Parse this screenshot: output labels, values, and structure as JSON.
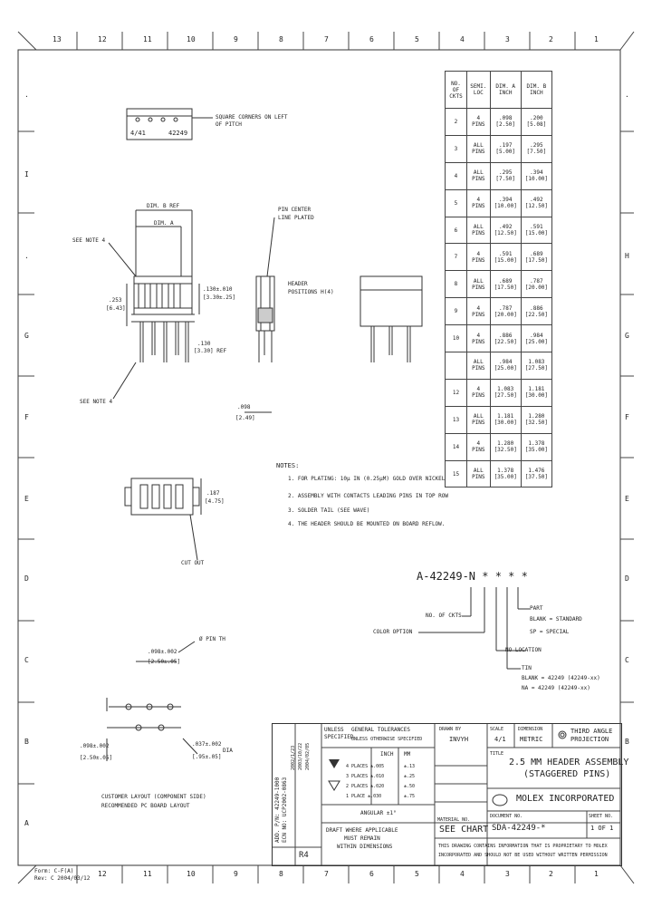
{
  "border": {
    "columns": [
      "13",
      "12",
      "11",
      "10",
      "9",
      "8",
      "7",
      "6",
      "5",
      "4",
      "3",
      "2",
      "1"
    ],
    "rows_left": [
      ".",
      "I",
      ".",
      "G",
      "F",
      "E",
      "D",
      "C",
      "B",
      "A"
    ],
    "rows_right": [
      ".",
      "H",
      "G",
      "F",
      "E",
      "D",
      "C",
      "B"
    ]
  },
  "corner_note": {
    "line1": "Form: C-F(A)",
    "line2": "Rev: C 2004/03/12"
  },
  "views": {
    "top_connector_label": "4/41",
    "top_connector_pn": "42249",
    "squared_text": "SQUARE CORNERS ON LEFT",
    "squared_text2": "OF PITCH",
    "dim_b_ref": "DIM. B REF",
    "dim_a": "DIM. A",
    "see_note_4_top": "SEE NOTE 4",
    "see_note_4_bot": "SEE NOTE 4",
    "dim_253": ".253",
    "dim_643": "[6.43]",
    "dim_1300": ".130±.010",
    "dim_1330": "[3.30±.25]",
    "dim_130ref": ".130",
    "dim_330ref": "[3.30] REF",
    "dim_098": ".098",
    "dim_249": "[2.49]",
    "side_label1": "PIN CENTER",
    "side_label2": "LINE PLATED",
    "header_label1": "HEADER",
    "header_label2": "POSITIONS H(4)",
    "dim_187": ".187",
    "dim_475": "[4.75]",
    "cutout": "CUT OUT"
  },
  "notes": {
    "title": "NOTES:",
    "items": [
      "1. FOR PLATING: 10μ IN (0.25μM) GOLD OVER NICKEL",
      "2. ASSEMBLY WITH CONTACTS LEADING PINS IN TOP ROW",
      "3. SOLDER TAIL (SEE WAVE)",
      "4. THE HEADER SHOULD BE MOUNTED ON BOARD REFLOW."
    ]
  },
  "pins_table": {
    "headers": [
      "NO. OF CKTS",
      "SEMI. LOC",
      "DIM. A INCH",
      "DIM. B INCH"
    ],
    "rows": [
      [
        "2",
        "4 PINS",
        ".098 [2.50]",
        ".200 [5.08]"
      ],
      [
        "3",
        "ALL PINS",
        ".197 [5.00]",
        ".295 [7.50]"
      ],
      [
        "4",
        "ALL PINS",
        ".295 [7.50]",
        ".394 [10.00]"
      ],
      [
        "5",
        "4 PINS",
        ".394 [10.00]",
        ".492 [12.50]"
      ],
      [
        "6",
        "ALL PINS",
        ".492 [12.50]",
        ".591 [15.00]"
      ],
      [
        "7",
        "4 PINS",
        ".591 [15.00]",
        ".689 [17.50]"
      ],
      [
        "8",
        "ALL PINS",
        ".689 [17.50]",
        ".787 [20.00]"
      ],
      [
        "9",
        "4 PINS",
        ".787 [20.00]",
        ".886 [22.50]"
      ],
      [
        "10",
        "4 PINS",
        ".886 [22.50]",
        ".984 [25.00]"
      ],
      [
        "",
        "ALL PINS",
        ".984 [25.00]",
        "1.083 [27.50]"
      ],
      [
        "12",
        "4 PINS",
        "1.083 [27.50]",
        "1.181 [30.00]"
      ],
      [
        "13",
        "ALL PINS",
        "1.181 [30.00]",
        "1.280 [32.50]"
      ],
      [
        "14",
        "4 PINS",
        "1.280 [32.50]",
        "1.378 [35.00]"
      ],
      [
        "15",
        "ALL PINS",
        "1.378 [35.00]",
        "1.476 [37.50]"
      ]
    ]
  },
  "part_number": {
    "main": "A-42249-N * * * *",
    "no_of_ckts": "NO. OF CKTS",
    "color_option": "COLOR OPTION",
    "part": "PART",
    "blank_standard": "BLANK = STANDARD",
    "sp_special": "SP = SPECIAL",
    "no_location": "NO LOCATION",
    "tin": "TIN",
    "tin_detail1": "BLANK = 42249 (42249-xx)",
    "tin_detail2": "NA = 42249 (42249-xx)"
  },
  "pcb": {
    "pin_label": "Ø PIN TH",
    "dim1": ".098±.002",
    "dim1b": "[2.50±.05]",
    "dim2": ".098±.002",
    "dim2b": "[2.50±.05]",
    "dim3": ".037±.002",
    "dim3b": "[.95±.05]",
    "dim3c": "DIA",
    "note1": "CUSTOMER LAYOUT (COMPONENT SIDE)",
    "note2": "RECOMMENDED PC BOARD LAYOUT"
  },
  "title_block": {
    "vertical_left1": "ADD. P/N: 42249-1000",
    "vertical_left2": "ECN NO: UCP2002-0863",
    "vertical_dates": [
      "2002/1/23",
      "2003/10/22",
      "2004/02/05"
    ],
    "rev": "R4",
    "unless": "UNLESS",
    "specified": "SPECIFIED",
    "general_tol": "GENERAL TOLERANCES",
    "tol_sub": "UNLESS OTHERWISE SPECIFIED",
    "inch": "INCH",
    "mm": "MM",
    "tol_rows": [
      "4 PLACES ±.005",
      "3 PLACES ±.010",
      "2 PLACES ±.020",
      "1 PLACE ±.030"
    ],
    "tol_mm": [
      "±.13",
      "±.25",
      "±.50",
      "±.75"
    ],
    "angular": "ANGULAR ±1°",
    "drafting": "DRAFT WHERE APPLICABLE",
    "drafting2": "MUST REMAIN",
    "drafting3": "WITHIN DIMENSIONS",
    "drawn_by": "DRAWN BY",
    "drawn_val": "INVYH",
    "material": "MATERIAL NO.",
    "see_chart": "SEE CHART",
    "scale": "SCALE",
    "scale_val": "4/1",
    "dim_label": "DIMENSION",
    "dim_val": "METRIC",
    "third_angle": "THIRD ANGLE",
    "projection": "PROJECTION",
    "title_label": "TITLE",
    "title_line1": "2.5 MM HEADER ASSEMBLY",
    "title_line2": "(STAGGERED PINS)",
    "company": "MOLEX INCORPORATED",
    "doc_label": "DOCUMENT NO.",
    "doc_no": "SDA-42249-*",
    "sheet_label": "SHEET NO.",
    "sheet_val": "1 OF 1",
    "proprietary1": "THIS DRAWING CONTAINS INFORMATION THAT IS PROPRIETARY TO MOLEX",
    "proprietary2": "INCORPORATED AND SHOULD NOT BE USED WITHOUT WRITTEN PERMISSION"
  }
}
